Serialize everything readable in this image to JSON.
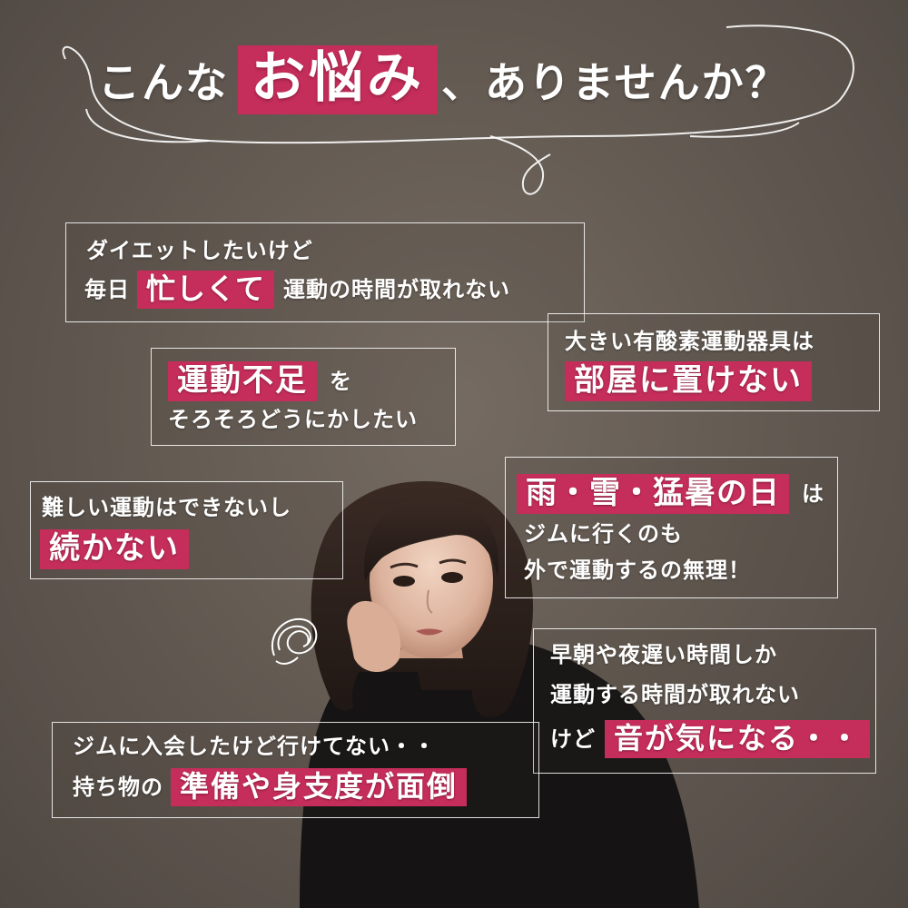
{
  "headline": {
    "prefix": "こんな",
    "accent": "お悩み",
    "suffix": "、ありませんか？"
  },
  "concerns": [
    {
      "line1": "ダイエットしたいけど",
      "line2_pre": "毎日",
      "line2_highlight": "忙しくて",
      "line2_post": "運動の時間が取れない"
    },
    {
      "line1": "大きい有酸素運動器具は",
      "line2_highlight": "部屋に置けない"
    },
    {
      "line1_highlight": "運動不足",
      "line1_post": "を",
      "line2": "そろそろどうにかしたい"
    },
    {
      "line1": "難しい運動はできないし",
      "line2_highlight": "続かない"
    },
    {
      "line1_highlight": "雨・雪・猛暑の日",
      "line1_post": "は",
      "line2": "ジムに行くのも",
      "line3": "外で運動するの無理！"
    },
    {
      "line1": "早朝や夜遅い時間しか",
      "line2": "運動する時間が取れない",
      "line3_pre": "けど",
      "line3_highlight": "音が気になる・・"
    },
    {
      "line1": "ジムに入会したけど行けてない・・",
      "line2_pre": "持ち物の",
      "line2_highlight": "準備や身支度が面倒"
    }
  ],
  "colors": {
    "accent": "#c52d5a",
    "background": "#645b53",
    "text": "#ffffff"
  },
  "icons": {
    "headline_ring": "speech-ring-swirl",
    "worry_scribble": "worry-scribble-icon"
  }
}
